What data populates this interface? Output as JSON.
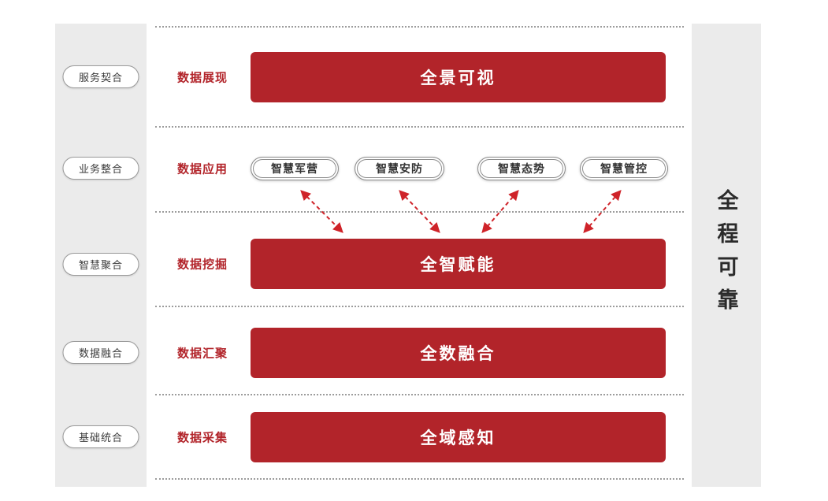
{
  "diagram": {
    "left_sidebar": {
      "items": [
        "服务契合",
        "业务整合",
        "智慧聚合",
        "数据融合",
        "基础统合"
      ]
    },
    "right_sidebar": {
      "label": "全程可靠"
    },
    "rows": [
      {
        "stage": "数据展现",
        "bar": "全景可视"
      },
      {
        "stage": "数据应用",
        "pills": [
          "智慧军营",
          "智慧安防",
          "智慧态势",
          "智慧管控"
        ]
      },
      {
        "stage": "数据挖掘",
        "bar": "全智赋能"
      },
      {
        "stage": "数据汇聚",
        "bar": "全数融合"
      },
      {
        "stage": "数据采集",
        "bar": "全域感知"
      }
    ],
    "colors": {
      "bar_red": "#b2242a",
      "arrow_red": "#cf2329",
      "rail_bg": "#ebebeb",
      "dotted_line": "#9c9c9c"
    }
  }
}
